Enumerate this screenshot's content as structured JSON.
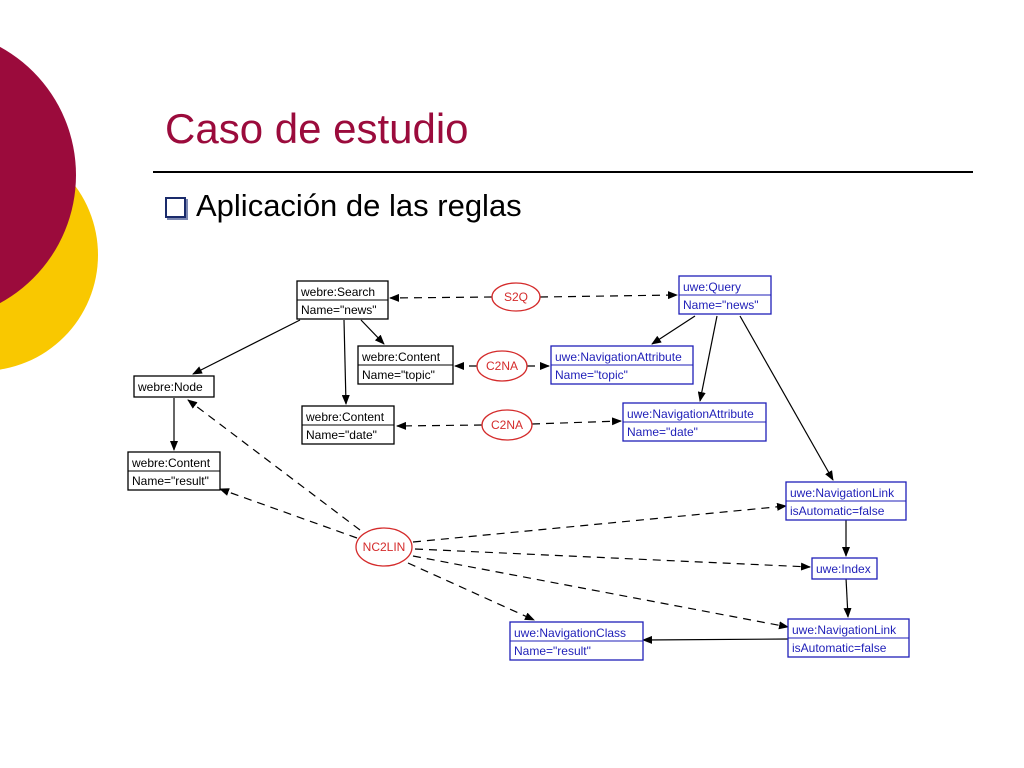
{
  "slide": {
    "title": "Caso de estudio",
    "bullet": "Aplicación de las reglas"
  },
  "colors": {
    "title": "#9b0b3c",
    "deco_red": "#9b0b3c",
    "deco_yellow": "#f9c800",
    "source_node": "#000000",
    "target_node": "#1f1fb8",
    "rule": "#d42b2b"
  },
  "nodes": [
    {
      "id": "webre-search",
      "kind": "source",
      "lines": [
        "webre:Search",
        "Name=\"news\""
      ]
    },
    {
      "id": "webre-content-topic",
      "kind": "source",
      "lines": [
        "webre:Content",
        "Name=\"topic\""
      ]
    },
    {
      "id": "webre-node",
      "kind": "source",
      "lines": [
        "webre:Node"
      ]
    },
    {
      "id": "webre-content-date",
      "kind": "source",
      "lines": [
        "webre:Content",
        "Name=\"date\""
      ]
    },
    {
      "id": "webre-content-result",
      "kind": "source",
      "lines": [
        "webre:Content",
        "Name=\"result\""
      ]
    },
    {
      "id": "uwe-query",
      "kind": "target",
      "lines": [
        "uwe:Query",
        "Name=\"news\""
      ]
    },
    {
      "id": "uwe-navattr-topic",
      "kind": "target",
      "lines": [
        "uwe:NavigationAttribute",
        "Name=\"topic\""
      ]
    },
    {
      "id": "uwe-navattr-date",
      "kind": "target",
      "lines": [
        "uwe:NavigationAttribute",
        "Name=\"date\""
      ]
    },
    {
      "id": "uwe-navlink-1",
      "kind": "target",
      "lines": [
        "uwe:NavigationLink",
        "isAutomatic=false"
      ]
    },
    {
      "id": "uwe-index",
      "kind": "target",
      "lines": [
        "uwe:Index"
      ]
    },
    {
      "id": "uwe-navlink-2",
      "kind": "target",
      "lines": [
        "uwe:NavigationLink",
        "isAutomatic=false"
      ]
    },
    {
      "id": "uwe-navclass",
      "kind": "target",
      "lines": [
        "uwe:NavigationClass",
        "Name=\"result\""
      ]
    }
  ],
  "rules": [
    {
      "id": "rule-s2q",
      "label": "S2Q"
    },
    {
      "id": "rule-c2na-topic",
      "label": "C2NA"
    },
    {
      "id": "rule-c2na-date",
      "label": "C2NA"
    },
    {
      "id": "rule-nc2lin",
      "label": "NC2LIN"
    }
  ]
}
